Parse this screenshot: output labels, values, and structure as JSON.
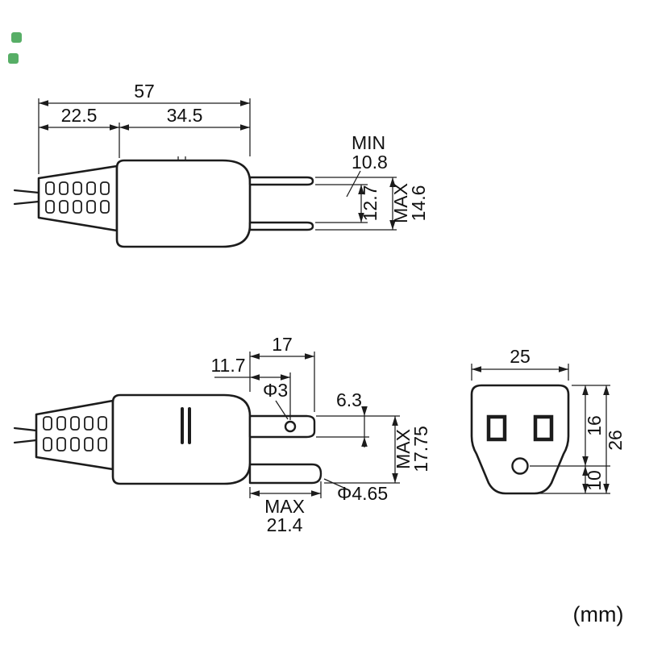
{
  "colors": {
    "line": "#1c1c1c",
    "background": "#ffffff",
    "stamp_green": "#3aa04b"
  },
  "footer": {
    "unit": "(mm)"
  },
  "top_view": {
    "dim_total_length": "57",
    "dim_boot_length": "22.5",
    "dim_body_length": "34.5",
    "blade_gap_label": "MIN",
    "blade_gap_value": "10.8",
    "dim_blade_pitch": "12.7",
    "blade_span_label": "MAX",
    "blade_span_value": "14.6"
  },
  "side_view": {
    "dim_blade_length": "17",
    "dim_hole_position": "11.7",
    "dim_hole_diameter": "Φ3",
    "dim_blade_width": "6.3",
    "dim_overall_label": "MAX",
    "dim_overall_value": "17.75",
    "dim_pin_length_label": "MAX",
    "dim_pin_length_value": "21.4",
    "dim_pin_diameter": "Φ4.65"
  },
  "receptacle_view": {
    "dim_width": "25",
    "dim_top_to_hole": "16",
    "dim_hole_to_bottom": "10",
    "dim_height": "26"
  }
}
